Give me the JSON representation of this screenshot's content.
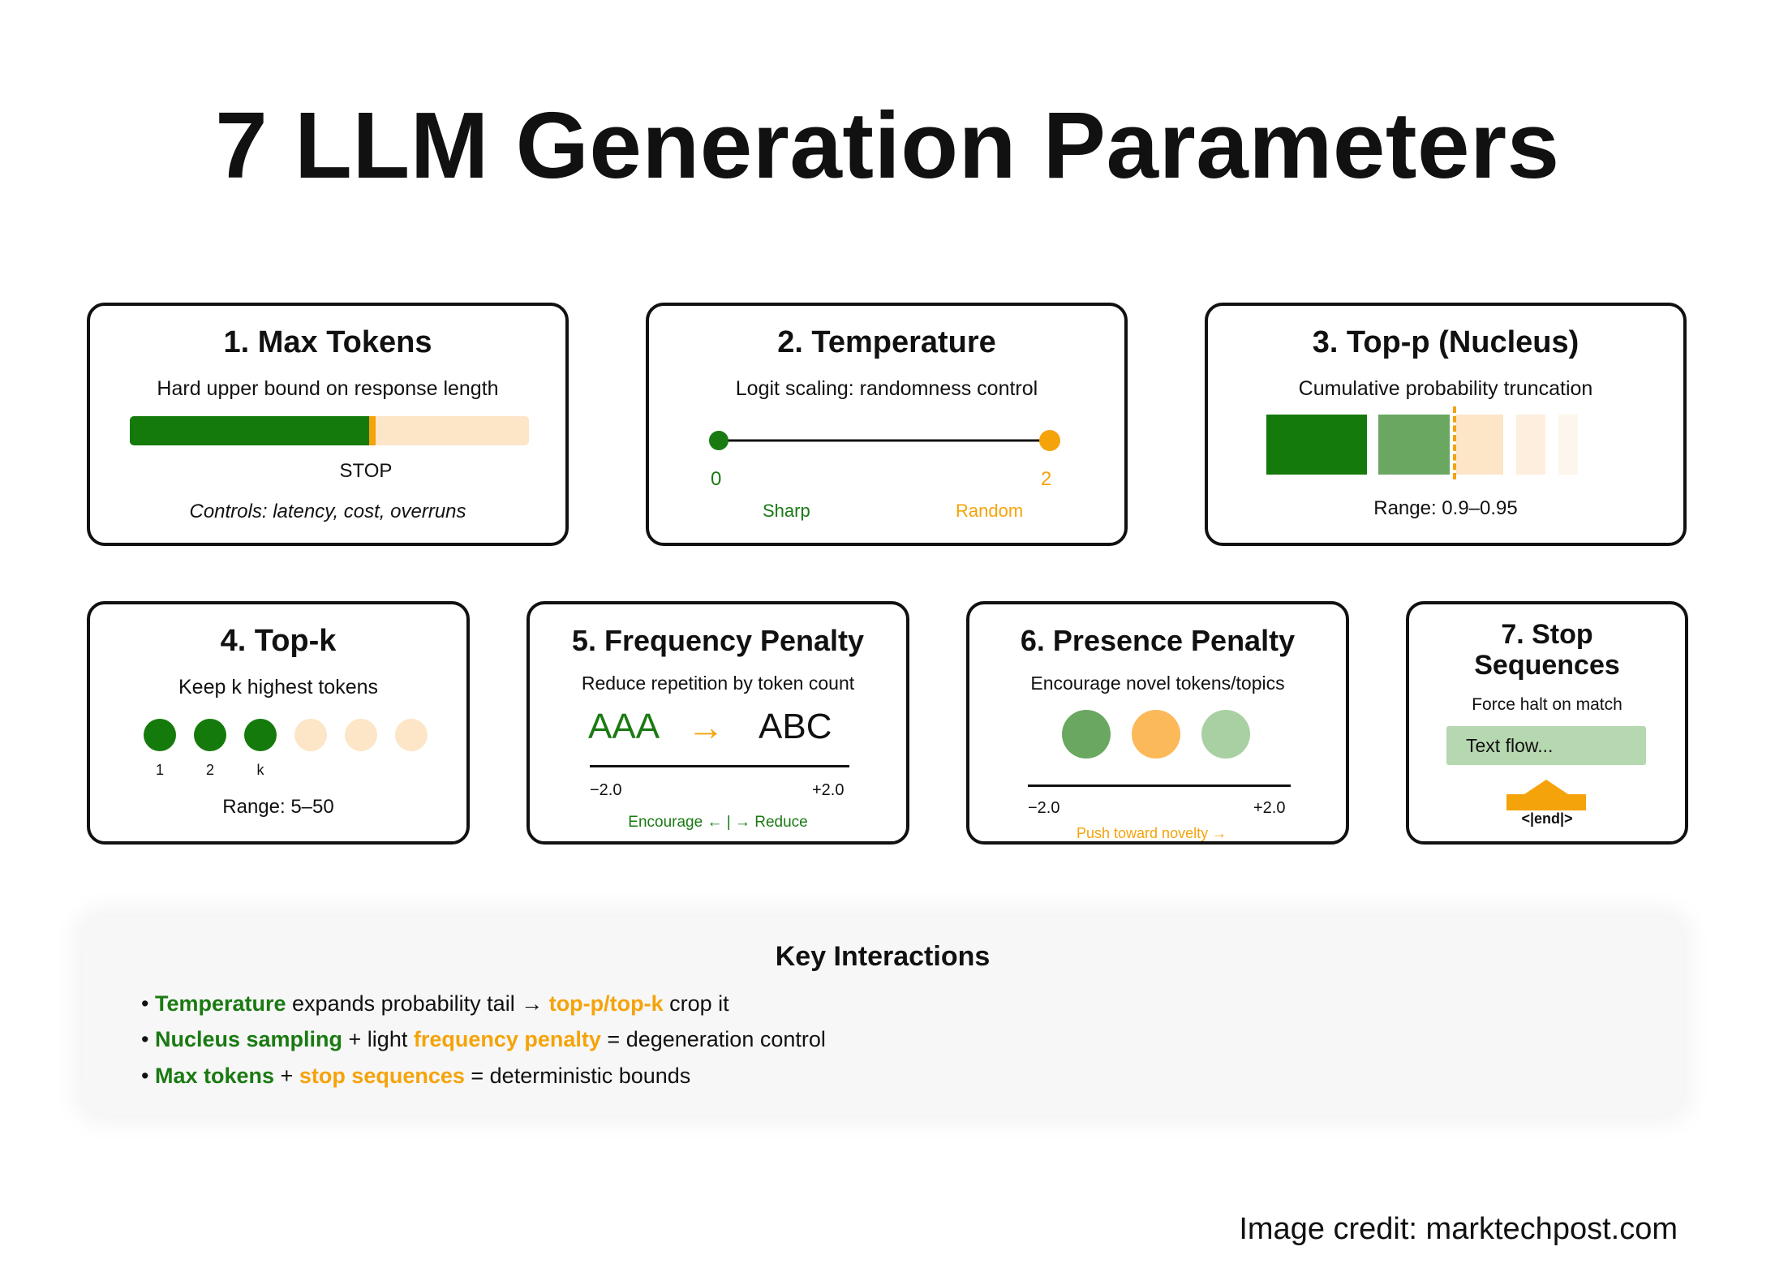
{
  "title": "7 LLM Generation Parameters",
  "colors": {
    "green": "#1a7a12",
    "orange": "#f5a30b",
    "light_orange": "#fde5c8",
    "mid_green": "#6aa862",
    "pale_green": "#a9d0a2"
  },
  "cards": {
    "max_tokens": {
      "title": "1. Max Tokens",
      "subtitle": "Hard upper bound on response length",
      "fill_fraction": 0.6,
      "stop_label": "STOP",
      "note": "Controls: latency, cost, overruns"
    },
    "temperature": {
      "title": "2. Temperature",
      "subtitle": "Logit scaling: randomness control",
      "min_label": "0",
      "max_label": "2",
      "left_label": "Sharp",
      "right_label": "Random"
    },
    "top_p": {
      "title": "3. Top-p (Nucleus)",
      "subtitle": "Cumulative probability truncation",
      "range": "Range: 0.9–0.95"
    },
    "top_k": {
      "title": "4. Top-k",
      "subtitle": "Keep k highest tokens",
      "labels": [
        "1",
        "2",
        "k"
      ],
      "range": "Range: 5–50"
    },
    "frequency_penalty": {
      "title": "5. Frequency Penalty",
      "subtitle": "Reduce repetition by token count",
      "from_text": "AAA",
      "arrow": "→",
      "to_text": "ABC",
      "min_label": "−2.0",
      "max_label": "+2.0",
      "caption": "Encourage ← | → Reduce"
    },
    "presence_penalty": {
      "title": "6. Presence Penalty",
      "subtitle": "Encourage novel tokens/topics",
      "min_label": "−2.0",
      "max_label": "+2.0",
      "caption": "Push toward novelty →"
    },
    "stop_sequences": {
      "title_line1": "7. Stop",
      "title_line2": "Sequences",
      "subtitle": "Force halt on match",
      "text_flow": "Text flow...",
      "end_token": "<|end|>"
    }
  },
  "key_interactions": {
    "title": "Key Interactions",
    "lines": [
      {
        "bullet": "• ",
        "a": "Temperature",
        "b": " expands probability tail → ",
        "c": "top-p/top-k",
        "d": " crop it"
      },
      {
        "bullet": "• ",
        "a": "Nucleus sampling",
        "b": " + light ",
        "c": "frequency penalty",
        "d": " = degeneration control"
      },
      {
        "bullet": "• ",
        "a": "Max tokens",
        "b": " + ",
        "c": "stop sequences",
        "d": " = deterministic bounds"
      }
    ]
  },
  "credit": "Image credit: marktechpost.com"
}
